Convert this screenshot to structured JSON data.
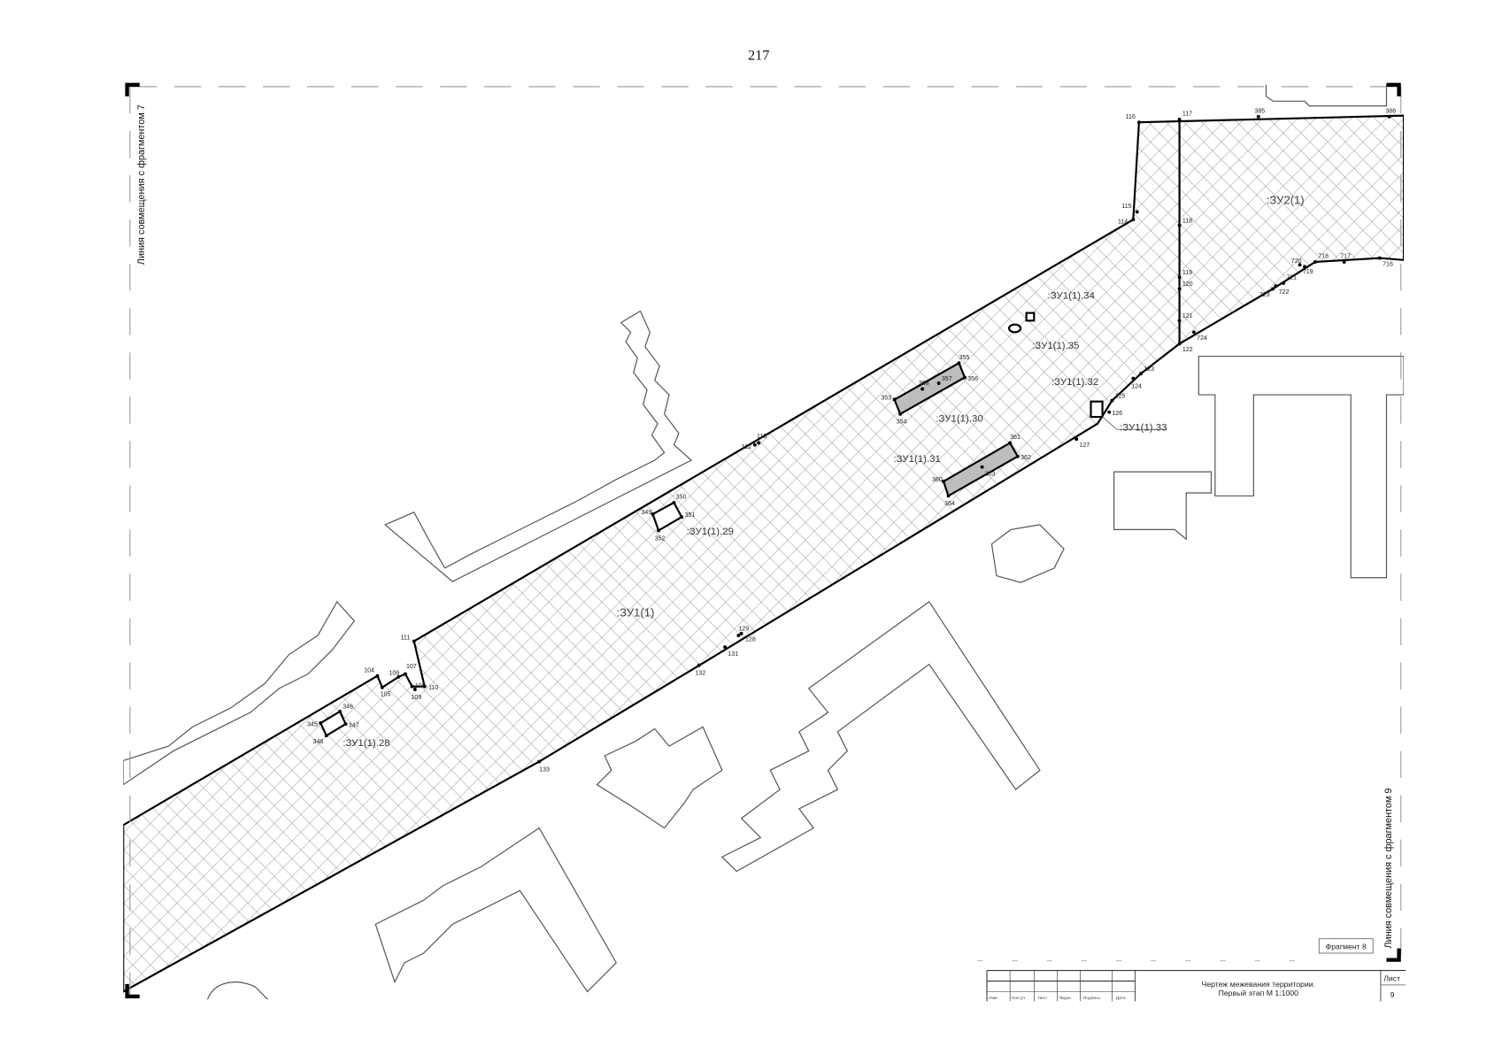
{
  "page_number": "217",
  "side_labels": {
    "left": "Линия совмещения с фрагментом 7",
    "right": "Линия совмещения с фрагментом 9"
  },
  "fragment_label": "Фрагмент 8",
  "parcels": {
    "main": ":ЗУ1(1)",
    "second": ":ЗУ2(1)",
    "sub": [
      ":ЗУ1(1).28",
      ":ЗУ1(1).29",
      ":ЗУ1(1).30",
      ":ЗУ1(1).31",
      ":ЗУ1(1).32",
      ":ЗУ1(1).33",
      ":ЗУ1(1).34",
      ":ЗУ1(1).35"
    ]
  },
  "points": [
    "104",
    "105",
    "106",
    "107",
    "108",
    "109",
    "110",
    "111",
    "112",
    "113",
    "114",
    "115",
    "116",
    "117",
    "118",
    "119",
    "120",
    "121",
    "122",
    "123",
    "124",
    "125",
    "126",
    "127",
    "128",
    "129",
    "131",
    "132",
    "133",
    "345",
    "346",
    "347",
    "348",
    "349",
    "350",
    "351",
    "352",
    "353",
    "354",
    "355",
    "356",
    "357",
    "358",
    "360",
    "361",
    "362",
    "363",
    "364",
    "385",
    "386",
    "716",
    "717",
    "718",
    "719",
    "720",
    "721",
    "722",
    "723",
    "724"
  ],
  "title_block": {
    "line1": "Чертеж межевания территории.",
    "line2": "Первый этап М 1:1000",
    "sheet_label": "Лист",
    "sheet_number": "9",
    "columns": [
      "Изм.",
      "Кол.уч.",
      "Лист",
      "№док.",
      "Подпись",
      "Дата"
    ]
  },
  "colors": {
    "hatch": "#8a8a8a",
    "boundary": "#000000",
    "building": "#555555",
    "subparcel_fill": "#bdbdbd"
  }
}
